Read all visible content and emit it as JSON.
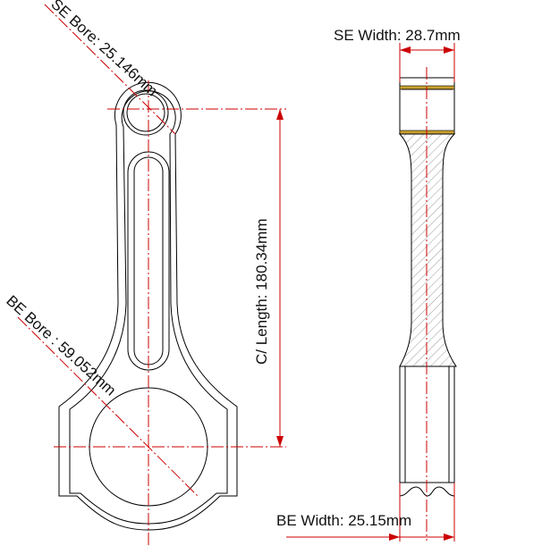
{
  "labels": {
    "se_bore": "SE Bore: 25.146mm",
    "be_bore": "BE Bore : 59.052mm",
    "center_length": "C/ Length:  180.34mm",
    "se_width": "SE Width: 28.7mm",
    "be_width": "BE Width: 25.15mm"
  },
  "colors": {
    "outline": "#000000",
    "dimension": "#cc0000",
    "hatch": "#9a9a9a",
    "bushing": "#c8a030",
    "text": "#111111"
  }
}
